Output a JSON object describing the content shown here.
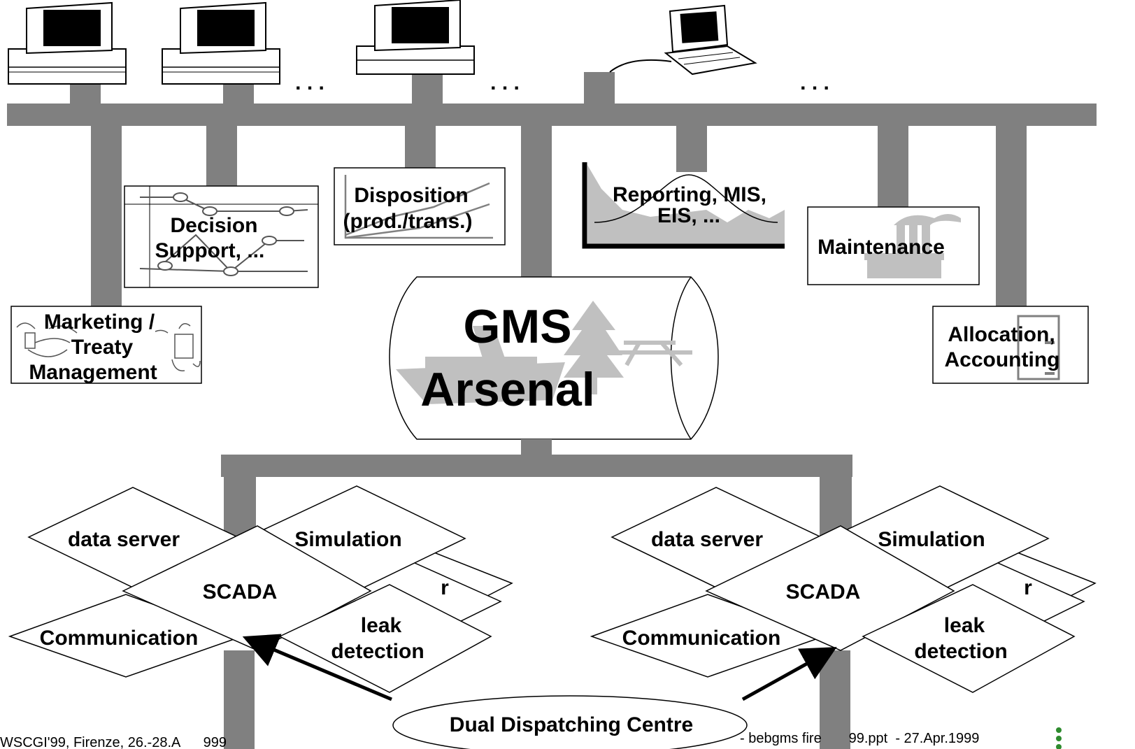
{
  "network": {
    "ellipsis": ". . ."
  },
  "modules": {
    "marketing": [
      "Marketing /",
      "Treaty",
      "Management"
    ],
    "decision_support": [
      "Decision",
      "Support, ..."
    ],
    "disposition": [
      "Disposition",
      "(prod./trans.)"
    ],
    "reporting": [
      "Reporting, MIS,",
      "EIS, ..."
    ],
    "maintenance": "Maintenance",
    "allocation": [
      "Allocation,",
      "Accounting"
    ]
  },
  "core": {
    "line1": "GMS",
    "line2": "Arsenal"
  },
  "dispatch_left": {
    "data_server": "data server",
    "simulation": "Simulation",
    "scada": "SCADA",
    "communication": "Communication",
    "leak": [
      "leak",
      "detection"
    ],
    "hidden_char": "r"
  },
  "dispatch_right": {
    "data_server": "data server",
    "simulation": "Simulation",
    "scada": "SCADA",
    "communication": "Communication",
    "leak": [
      "leak",
      "detection"
    ],
    "hidden_char": "r"
  },
  "dual_centre": "Dual Dispatching Centre",
  "footer": {
    "left": "WSCGI'99, Firenze, 26.-28.A      999",
    "right": "- bebgms fire       99.ppt  - 27.Apr.1999"
  },
  "colors": {
    "bus": "#808080",
    "light_gray": "#c0c0c0",
    "footer_dots": "#2e8b2e"
  }
}
